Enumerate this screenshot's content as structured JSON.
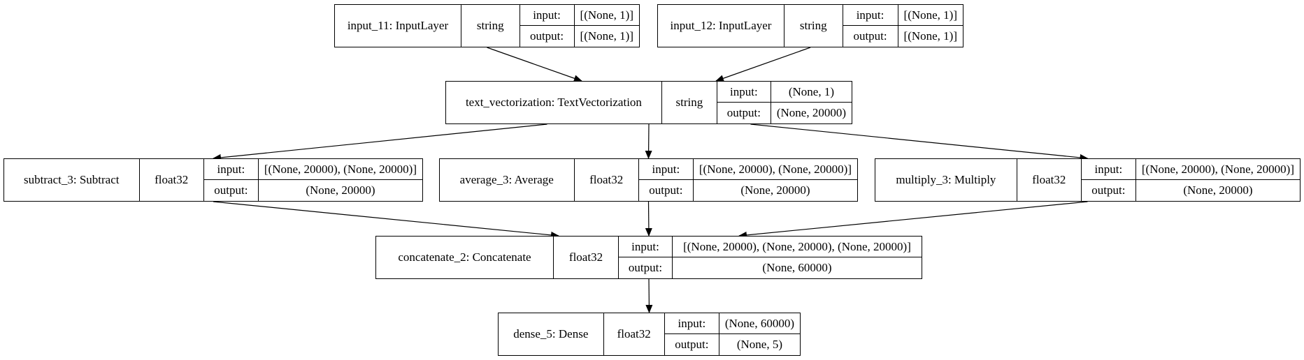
{
  "nodes": {
    "input_11": {
      "name": "input_11: InputLayer",
      "dtype": "string",
      "input_label": "input:",
      "output_label": "output:",
      "input": "[(None, 1)]",
      "output": "[(None, 1)]"
    },
    "input_12": {
      "name": "input_12: InputLayer",
      "dtype": "string",
      "input_label": "input:",
      "output_label": "output:",
      "input": "[(None, 1)]",
      "output": "[(None, 1)]"
    },
    "text_vec": {
      "name": "text_vectorization: TextVectorization",
      "dtype": "string",
      "input_label": "input:",
      "output_label": "output:",
      "input": "(None, 1)",
      "output": "(None, 20000)"
    },
    "subtract": {
      "name": "subtract_3: Subtract",
      "dtype": "float32",
      "input_label": "input:",
      "output_label": "output:",
      "input": "[(None, 20000), (None, 20000)]",
      "output": "(None, 20000)"
    },
    "average": {
      "name": "average_3: Average",
      "dtype": "float32",
      "input_label": "input:",
      "output_label": "output:",
      "input": "[(None, 20000), (None, 20000)]",
      "output": "(None, 20000)"
    },
    "multiply": {
      "name": "multiply_3: Multiply",
      "dtype": "float32",
      "input_label": "input:",
      "output_label": "output:",
      "input": "[(None, 20000), (None, 20000)]",
      "output": "(None, 20000)"
    },
    "concat": {
      "name": "concatenate_2: Concatenate",
      "dtype": "float32",
      "input_label": "input:",
      "output_label": "output:",
      "input": "[(None, 20000), (None, 20000), (None, 20000)]",
      "output": "(None, 60000)"
    },
    "dense": {
      "name": "dense_5: Dense",
      "dtype": "float32",
      "input_label": "input:",
      "output_label": "output:",
      "input": "(None, 60000)",
      "output": "(None, 5)"
    }
  },
  "edges": [
    [
      "input_11",
      "text_vec"
    ],
    [
      "input_12",
      "text_vec"
    ],
    [
      "text_vec",
      "subtract"
    ],
    [
      "text_vec",
      "average"
    ],
    [
      "text_vec",
      "multiply"
    ],
    [
      "subtract",
      "concat"
    ],
    [
      "average",
      "concat"
    ],
    [
      "multiply",
      "concat"
    ],
    [
      "concat",
      "dense"
    ]
  ]
}
